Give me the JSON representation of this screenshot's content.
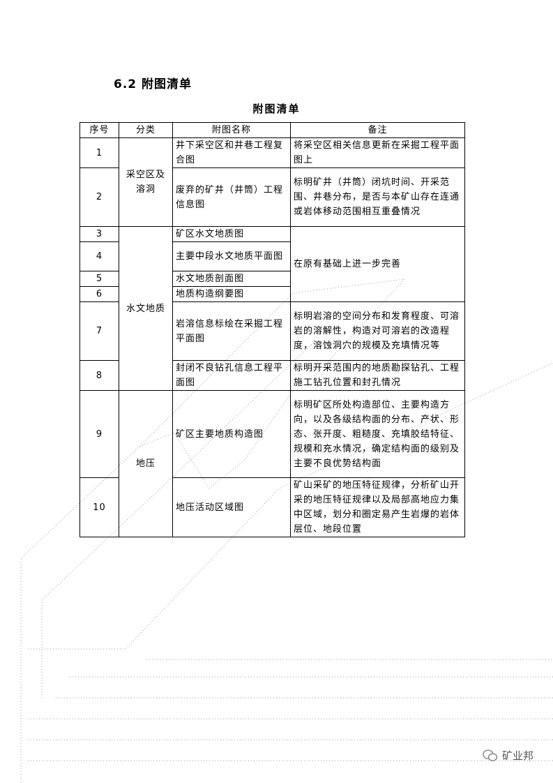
{
  "section_title": "6.2 附图清单",
  "table_caption": "附图清单",
  "headers": [
    "序号",
    "分类",
    "附图名称",
    "备注"
  ],
  "categories": [
    "采空区及溶洞",
    "水文地质",
    "地压"
  ],
  "rows": [
    {
      "no": "1",
      "name": "井下采空区和井巷工程复合图",
      "remark": "将采空区相关信息更新在采掘工程平面图上"
    },
    {
      "no": "2",
      "name": "废弃的矿井（井筒）工程信息图",
      "remark": "标明矿井（井筒）闭坑时间、开采范围、井巷分布，是否与本矿山存在连通或岩体移动范围相互重叠情况"
    },
    {
      "no": "3",
      "name": "矿区水文地质图",
      "remark": "在原有基础上进一步完善"
    },
    {
      "no": "4",
      "name": "主要中段水文地质平面图",
      "remark": ""
    },
    {
      "no": "5",
      "name": "水文地质剖面图",
      "remark": ""
    },
    {
      "no": "6",
      "name": "地质构造纲要图",
      "remark": ""
    },
    {
      "no": "7",
      "name": "岩溶信息标绘在采掘工程平面图",
      "remark": "标明岩溶的空间分布和发育程度、可溶岩的溶解性，构造对可溶岩的改造程度，溶蚀洞穴的规模及充填情况等"
    },
    {
      "no": "8",
      "name": "封闭不良钻孔信息工程平面图",
      "remark": "标明开采范围内的地质勘探钻孔、工程施工钻孔位置和封孔情况"
    },
    {
      "no": "9",
      "name": "矿区主要地质构造图",
      "remark": "标明矿区所处构造部位、主要构造方向，以及各级结构面的分布、产状、形态、张开度、粗糙度、充填胶结特征、规模和充水情况，确定结构面的级别及主要不良优势结构面"
    },
    {
      "no": "10",
      "name": "地压活动区域图",
      "remark": "矿山采矿的地压特征规律，分析矿山开采的地压特征规律以及局部高地应力集中区域，划分和圈定易产生岩爆的岩体层位、地段位置"
    }
  ],
  "watermark": "矿业邦"
}
